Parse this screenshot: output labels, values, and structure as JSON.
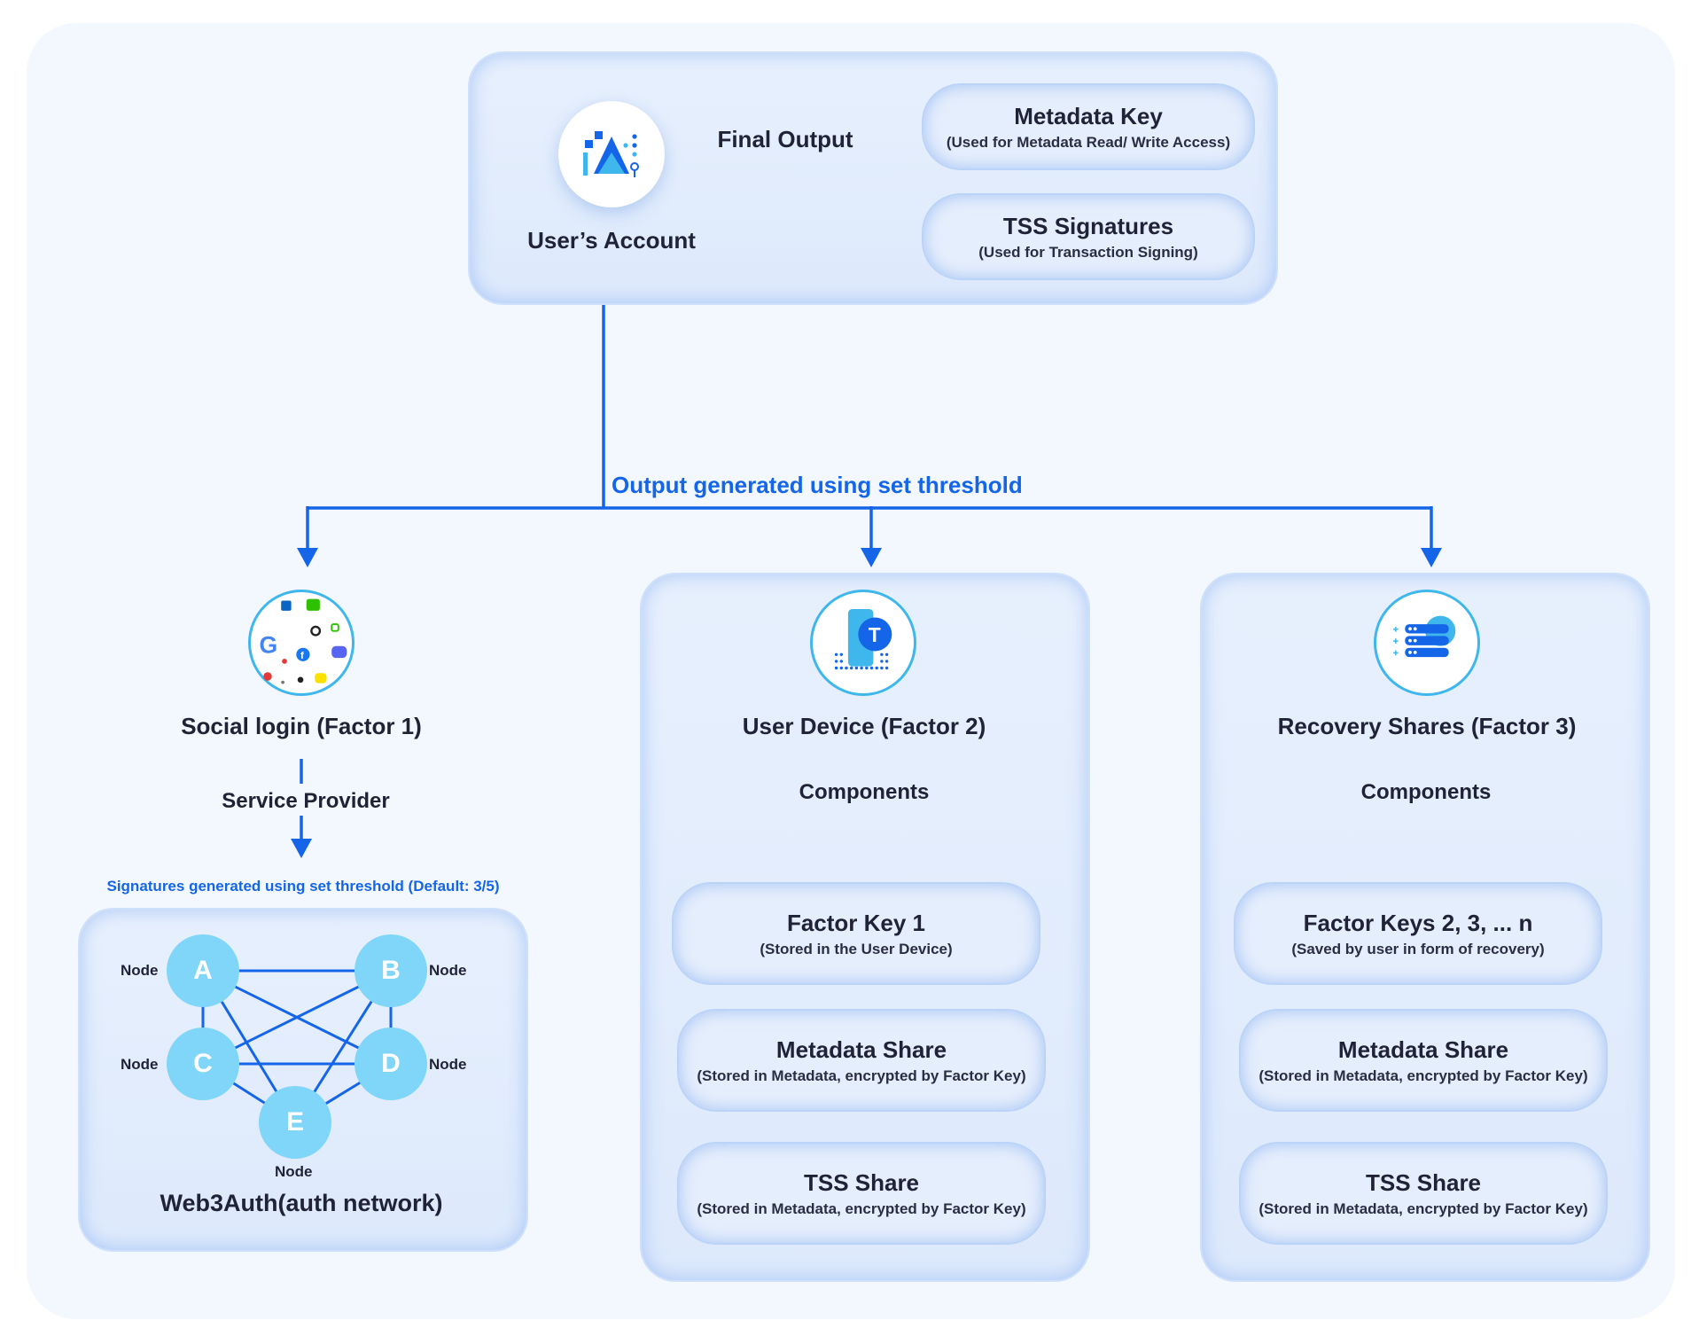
{
  "top": {
    "account_label": "User’s Account",
    "final_output_label": "Final Output",
    "metadata_key": {
      "title": "Metadata Key",
      "subtitle": "(Used for Metadata Read/ Write Access)"
    },
    "tss_signatures": {
      "title": "TSS Signatures",
      "subtitle": "(Used for Transaction Signing)"
    }
  },
  "threshold_label": "Output generated using set threshold",
  "factor1": {
    "title": "Social login (Factor 1)",
    "service_provider": "Service Provider",
    "signatures_note": "Signatures generated using set threshold (Default: 3/5)",
    "network_label": "Web3Auth(auth network)",
    "nodes": [
      {
        "letter": "A",
        "label": "Node"
      },
      {
        "letter": "B",
        "label": "Node"
      },
      {
        "letter": "C",
        "label": "Node"
      },
      {
        "letter": "D",
        "label": "Node"
      },
      {
        "letter": "E",
        "label": "Node"
      }
    ]
  },
  "factor2": {
    "title": "User Device (Factor 2)",
    "components_label": "Components",
    "items": [
      {
        "title": "Factor Key 1",
        "subtitle": "(Stored in the User Device)"
      },
      {
        "title": "Metadata Share",
        "subtitle": "(Stored in Metadata, encrypted by Factor Key)"
      },
      {
        "title": "TSS Share",
        "subtitle": "(Stored in Metadata, encrypted by Factor Key)"
      }
    ]
  },
  "factor3": {
    "title": "Recovery Shares (Factor 3)",
    "components_label": "Components",
    "items": [
      {
        "title": "Factor Keys 2, 3, ... n",
        "subtitle": "(Saved by user in form of recovery)"
      },
      {
        "title": "Metadata Share",
        "subtitle": "(Stored in Metadata, encrypted by Factor Key)"
      },
      {
        "title": "TSS Share",
        "subtitle": "(Stored in Metadata, encrypted by Factor Key)"
      }
    ]
  },
  "colors": {
    "accent_blue": "#1565e8",
    "node_fill": "#7fd6f8",
    "panel_bg": "#e4eefc",
    "icon_ring": "#3fb7ec"
  }
}
